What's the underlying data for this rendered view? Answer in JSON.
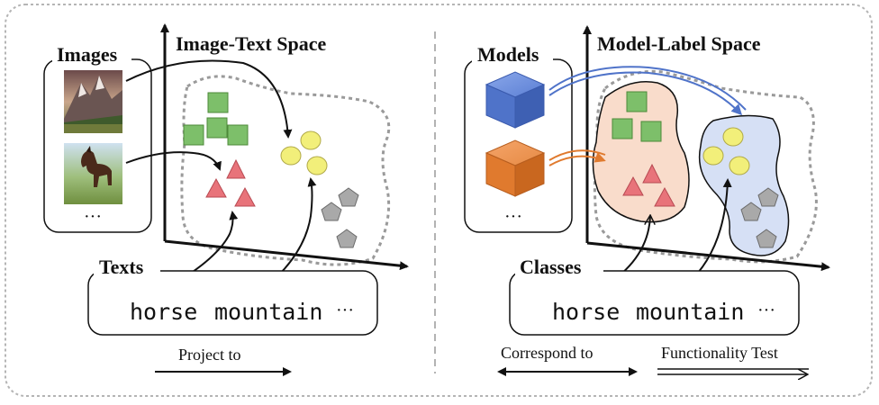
{
  "left_panel": {
    "title": "Image-Text Space",
    "images_label": "Images",
    "images_more": "···",
    "image_items": [
      "mountain-landscape-image",
      "horse-image"
    ],
    "texts_label": "Texts",
    "text_words": [
      "horse",
      "mountain"
    ],
    "texts_more": "···"
  },
  "right_panel": {
    "title": "Model-Label Space",
    "models_label": "Models",
    "models_more": "···",
    "model_colors": [
      "#4f73c9",
      "#e07a2e"
    ],
    "classes_label": "Classes",
    "class_words": [
      "horse",
      "mountain"
    ],
    "classes_more": "···"
  },
  "legend": {
    "project_to": "Project to",
    "correspond_to": "Correspond to",
    "functionality_test": "Functionality Test"
  },
  "colors": {
    "square": "#7dbf6a",
    "triangle": "#e8737a",
    "circle": "#f2ef7a",
    "pentagon": "#a9a9a9",
    "blue_arrow": "#4f73c9",
    "orange_arrow": "#e07a2e",
    "blue_region": "#d6e0f5",
    "orange_region": "#f9dccb"
  }
}
